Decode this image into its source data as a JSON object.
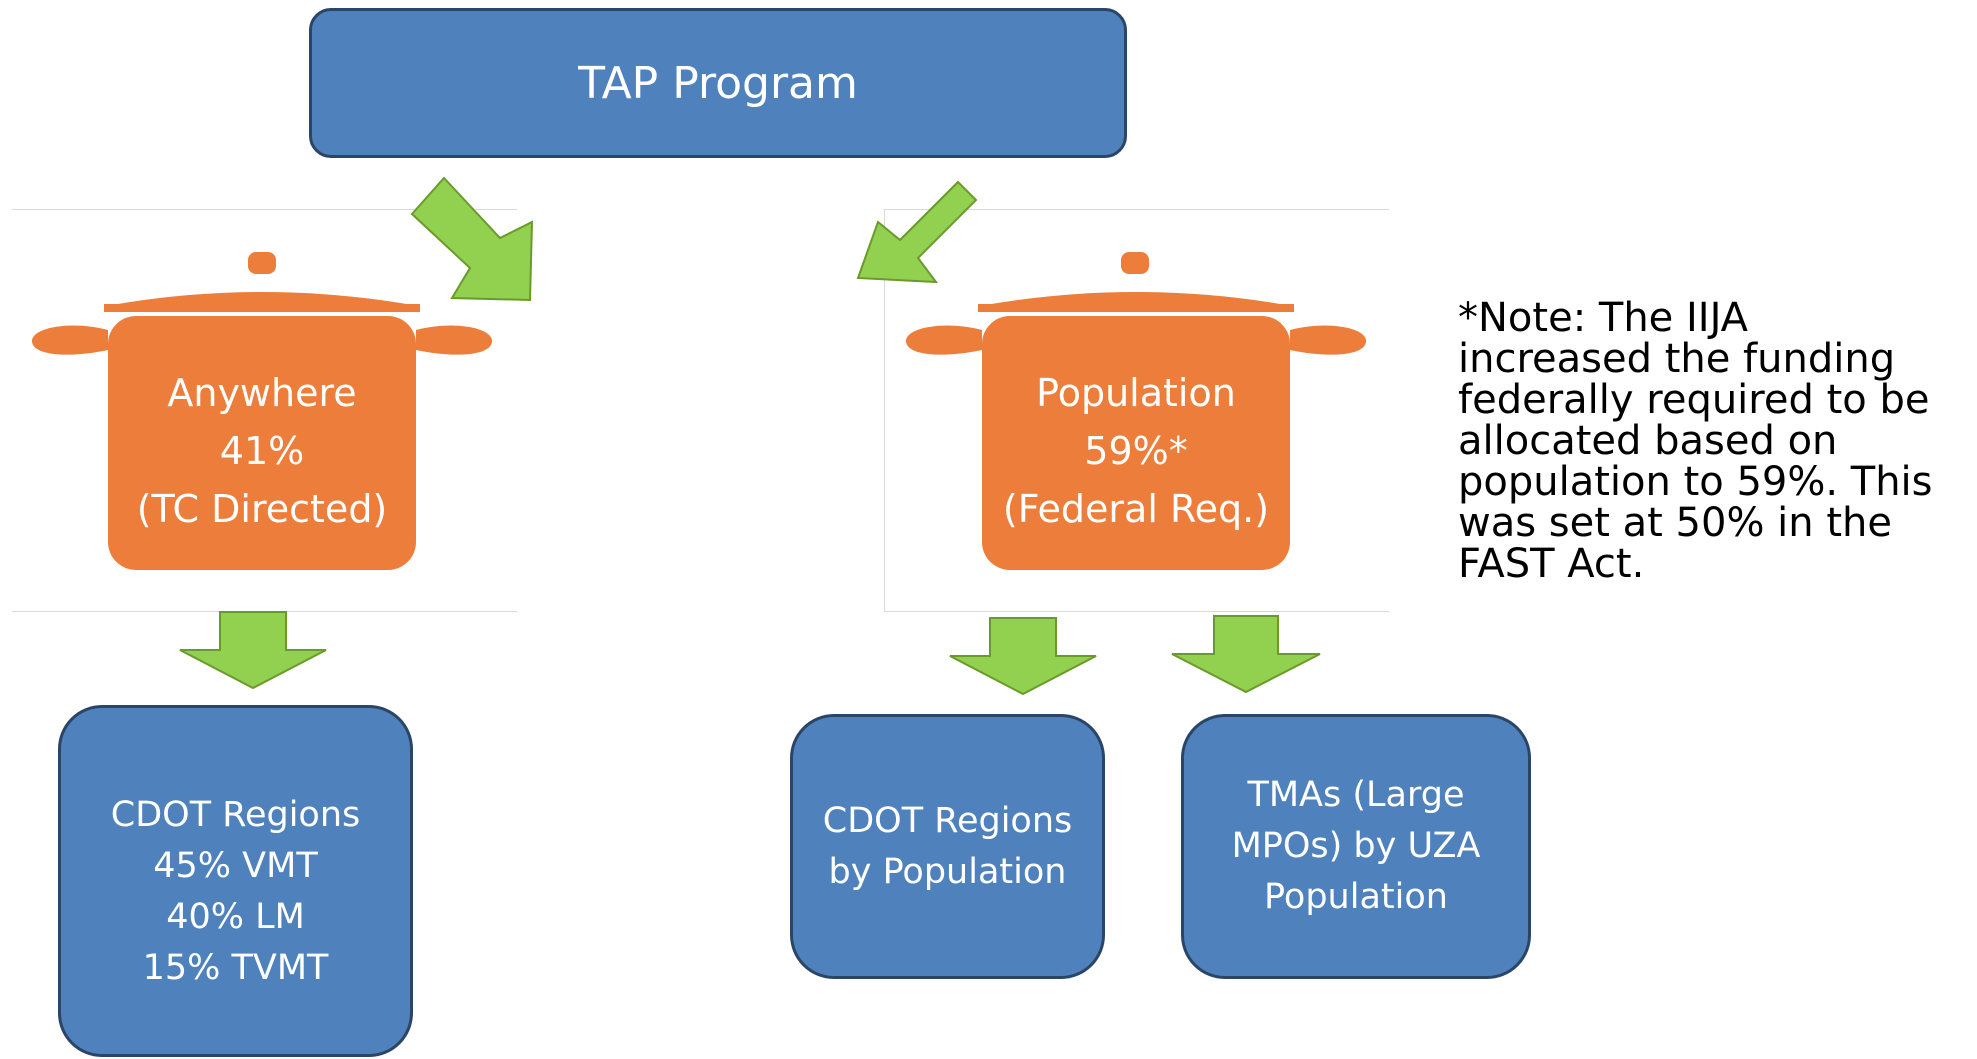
{
  "top_box": {
    "label": "TAP Program"
  },
  "pots": [
    {
      "label": "Anywhere\n41%\n(TC Directed)"
    },
    {
      "label": "Population\n59%*\n(Federal Req.)"
    }
  ],
  "bottom_boxes": [
    {
      "label": "CDOT Regions\n45% VMT\n40% LM\n15% TVMT"
    },
    {
      "label": "CDOT Regions\nby Population"
    },
    {
      "label": "TMAs (Large\nMPOs) by UZA\nPopulation"
    }
  ],
  "note": {
    "text": "*Note: The IIJA\nincreased the funding\nfederally required to be\nallocated based on\npopulation to 59%. This\nwas set at 50% in the\nFAST Act."
  },
  "colors": {
    "box_fill": "#4f81bd",
    "box_border": "#2a4566",
    "pot": "#ed7d3a",
    "arrow": "#92d050",
    "arrow_border": "#6a9a2a"
  }
}
